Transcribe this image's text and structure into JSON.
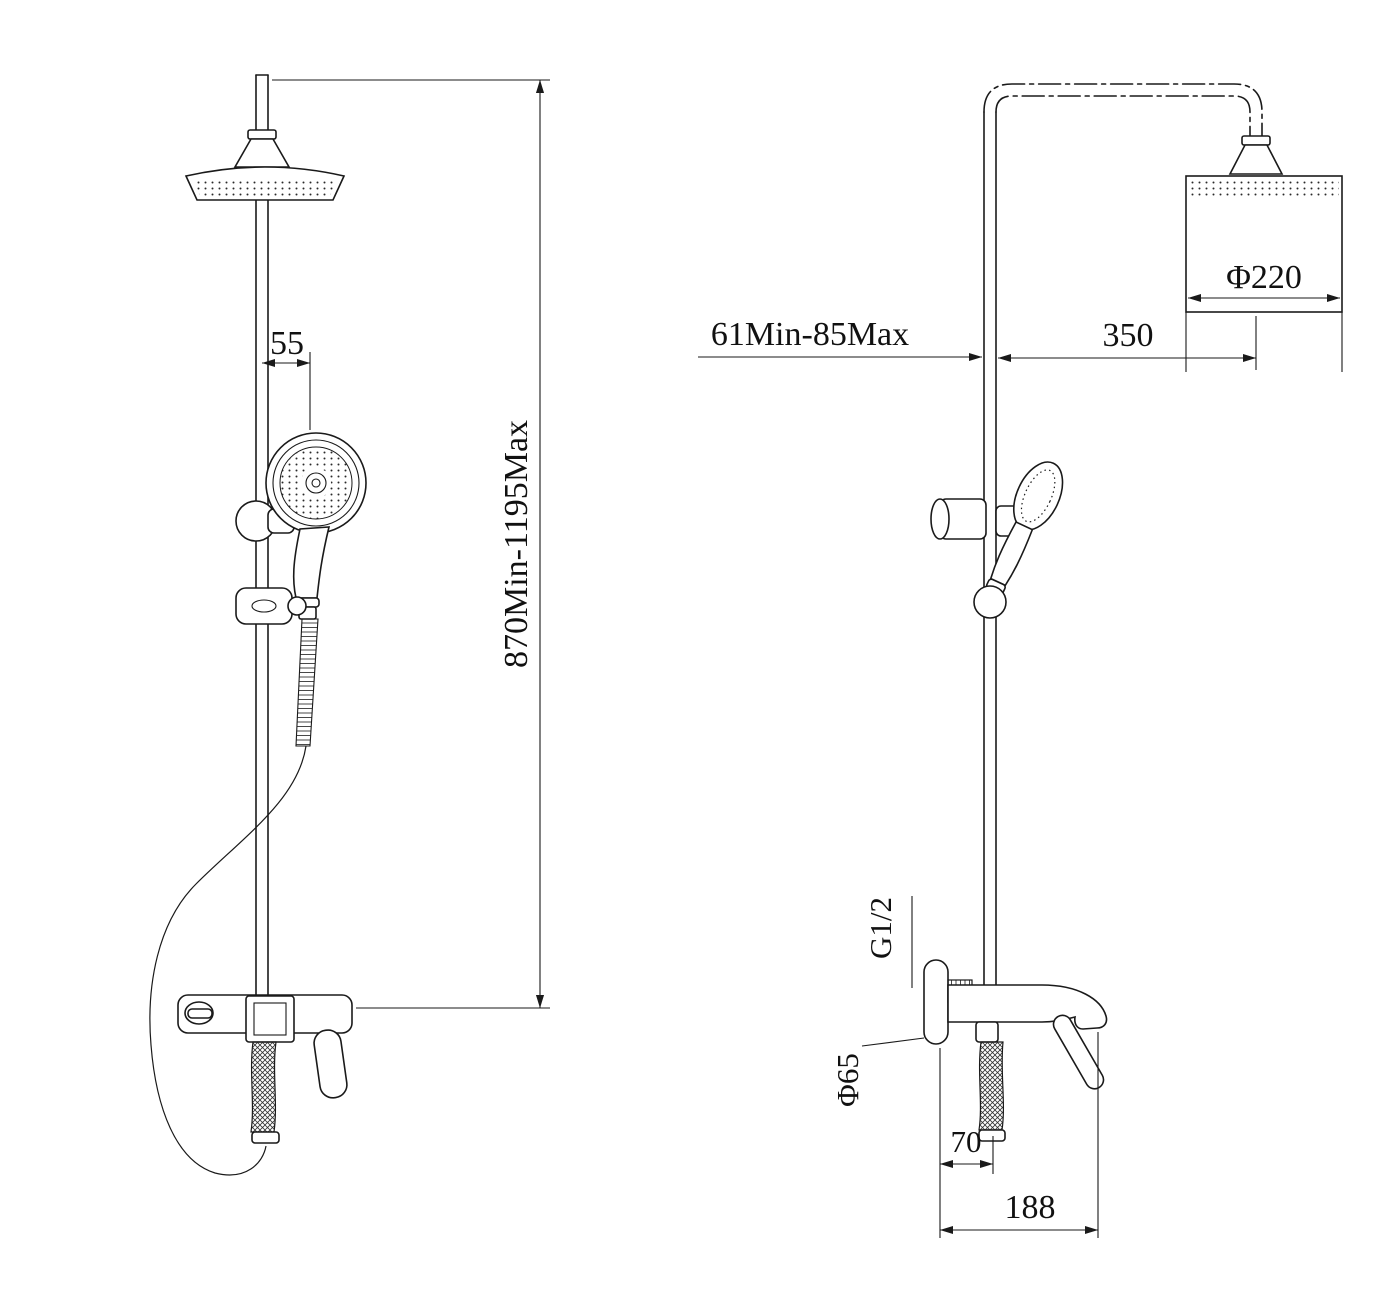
{
  "drawing": {
    "colors": {
      "line": "#1a1a1a",
      "background": "#ffffff"
    },
    "dimensions": {
      "hand_shower_offset": "55",
      "overall_height": "870Min-1195Max",
      "wall_clearance": "61Min-85Max",
      "arm_reach": "350",
      "head_diameter": "Φ220",
      "inlet_thread": "G1/2",
      "escutcheon_diameter": "Φ65",
      "hose_offset": "70",
      "mixer_length": "188"
    }
  }
}
